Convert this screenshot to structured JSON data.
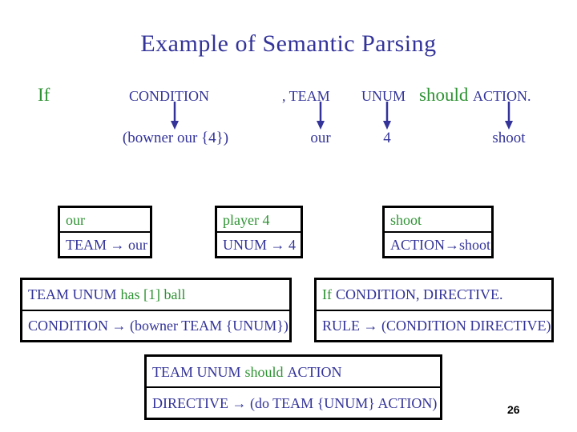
{
  "slide": {
    "title": "Example of Semantic Parsing",
    "page_number": "26"
  },
  "colors": {
    "blue": "#333399",
    "green": "#2e9233",
    "border": "#000000",
    "background": "#ffffff"
  },
  "sentence": {
    "if": "If",
    "condition": "CONDITION",
    "comma_team": ", TEAM",
    "unum": "UNUM",
    "should": "should",
    "action": "ACTION."
  },
  "parse_values": {
    "condition_value": "(bowner our {4})",
    "team_value": "our",
    "unum_value": "4",
    "action_value": "shoot"
  },
  "rule_boxes": {
    "team": {
      "example": "our",
      "rule": "TEAM → our"
    },
    "unum": {
      "example": "player 4",
      "rule": "UNUM → 4"
    },
    "action": {
      "example": "shoot",
      "rule": "ACTION→shoot"
    },
    "condition": {
      "example_blue": "TEAM UNUM",
      "example_green": "has [1] ball",
      "rule": "CONDITION → (bowner TEAM {UNUM})"
    },
    "rule": {
      "example_green": "If",
      "example_blue": "CONDITION, DIRECTIVE.",
      "rule": "RULE → (CONDITION DIRECTIVE)"
    },
    "directive": {
      "example_blue_left": "TEAM UNUM",
      "example_green": "should",
      "example_blue_right": "ACTION",
      "rule": "DIRECTIVE → (do TEAM {UNUM} ACTION)"
    }
  }
}
